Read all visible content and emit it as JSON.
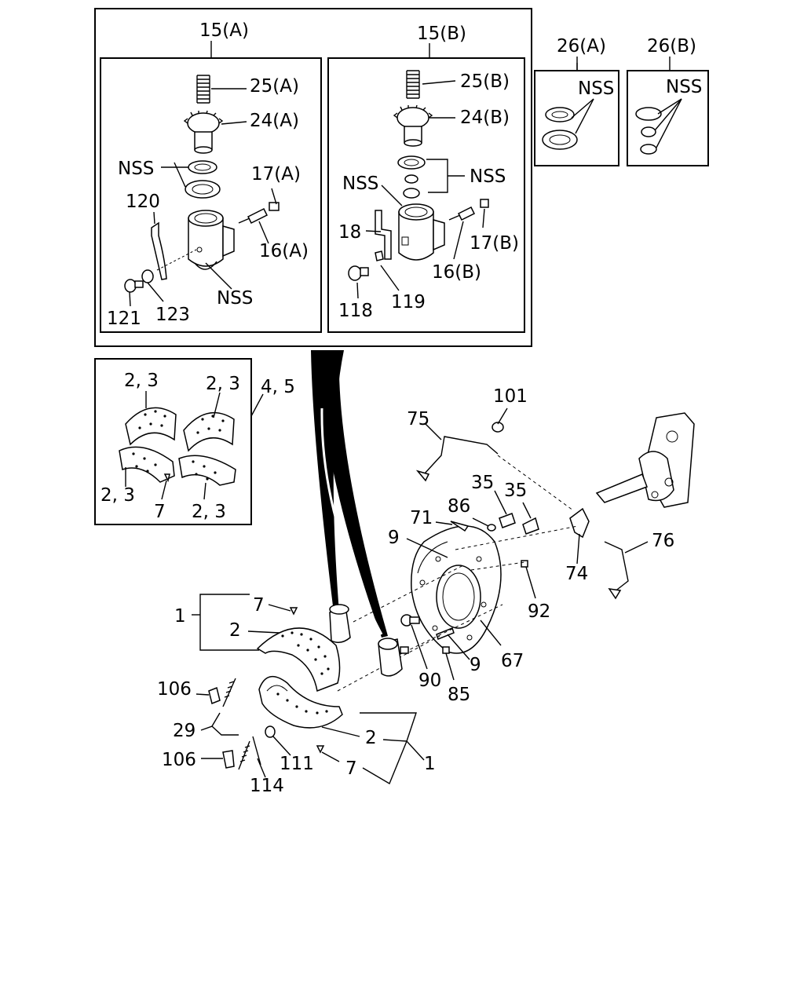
{
  "labels": {
    "l_15a": "15(A)",
    "l_15b": "15(B)",
    "l_25a": "25(A)",
    "l_24a": "24(A)",
    "l_nss_a1": "NSS",
    "l_17a": "17(A)",
    "l_120": "120",
    "l_16a": "16(A)",
    "l_nss_a2": "NSS",
    "l_121": "121",
    "l_123": "123",
    "l_25b": "25(B)",
    "l_24b": "24(B)",
    "l_nss_b1": "NSS",
    "l_nss_b2": "NSS",
    "l_18": "18",
    "l_17b": "17(B)",
    "l_16b": "16(B)",
    "l_118": "118",
    "l_119": "119",
    "l_26a": "26(A)",
    "l_26b": "26(B)",
    "l_nss_26a": "NSS",
    "l_nss_26b": "NSS",
    "l_23_tl": "2, 3",
    "l_23_tr": "2, 3",
    "l_45": "4, 5",
    "l_23_bl": "2, 3",
    "l_7_box": "7",
    "l_23_br": "2, 3",
    "l_101": "101",
    "l_75": "75",
    "l_35a": "35",
    "l_35b": "35",
    "l_86": "86",
    "l_71": "71",
    "l_9a": "9",
    "l_76": "76",
    "l_74": "74",
    "l_92": "92",
    "l_1a": "1",
    "l_7a": "7",
    "l_2a": "2",
    "l_67": "67",
    "l_9b": "9",
    "l_90": "90",
    "l_85": "85",
    "l_106a": "106",
    "l_29": "29",
    "l_2b": "2",
    "l_1b": "1",
    "l_106b": "106",
    "l_111": "111",
    "l_7b": "7",
    "l_114": "114"
  }
}
